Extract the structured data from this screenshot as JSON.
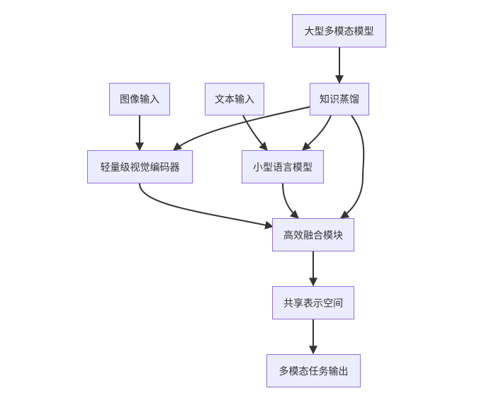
{
  "nodes": {
    "large_model": "大型多模态模型",
    "distill": "知识蒸馏",
    "image_input": "图像输入",
    "text_input": "文本输入",
    "light_encoder": "轻量级视觉编码器",
    "small_lm": "小型语言模型",
    "fusion": "高效融合模块",
    "shared_space": "共享表示空间",
    "output": "多模态任务输出"
  },
  "edges": [
    {
      "from": "large_model",
      "to": "distill"
    },
    {
      "from": "image_input",
      "to": "light_encoder"
    },
    {
      "from": "text_input",
      "to": "small_lm"
    },
    {
      "from": "distill",
      "to": "light_encoder"
    },
    {
      "from": "distill",
      "to": "small_lm"
    },
    {
      "from": "distill",
      "to": "fusion"
    },
    {
      "from": "light_encoder",
      "to": "fusion"
    },
    {
      "from": "small_lm",
      "to": "fusion"
    },
    {
      "from": "fusion",
      "to": "shared_space"
    },
    {
      "from": "shared_space",
      "to": "output"
    }
  ],
  "colors": {
    "node_fill": "#ececff",
    "node_border": "#9370db",
    "edge": "#333333",
    "text": "#333333"
  }
}
